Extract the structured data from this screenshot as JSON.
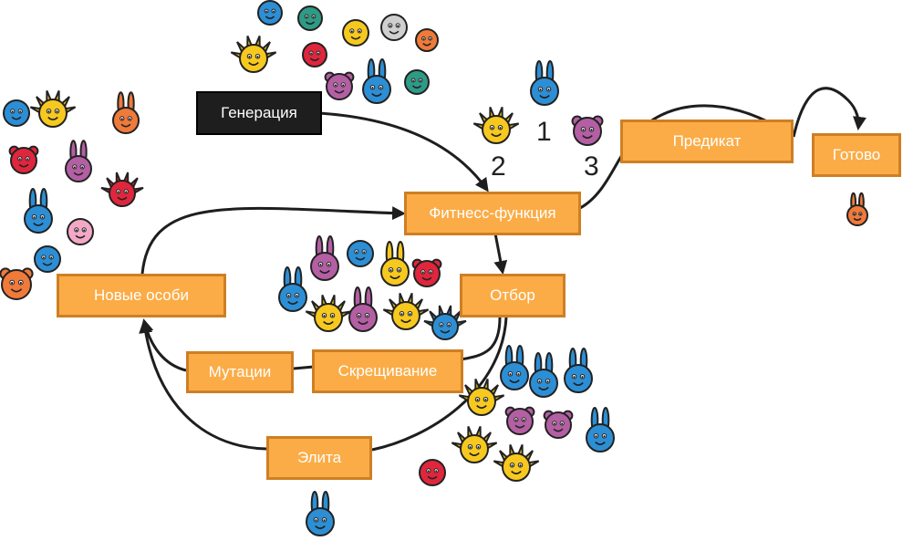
{
  "nodes": {
    "generation": "Генерация",
    "fitness": "Фитнесс-функция",
    "selection": "Отбор",
    "new_individuals": "Новые особи",
    "mutations": "Мутации",
    "crossover": "Скрещивание",
    "elite": "Элита",
    "predicate": "Предикат",
    "done": "Готово"
  },
  "rank_labels": [
    "1",
    "2",
    "3"
  ],
  "colors": {
    "box_fill": "#fbac46",
    "box_border": "#ce7f24",
    "box_text": "#ffffff",
    "start_box_fill": "#1e1e1e",
    "arrow": "#1e1e1e",
    "creature_blue": "#2c8fd6",
    "creature_yellow": "#f7c91f",
    "creature_red": "#e0263d",
    "creature_purple": "#b45fa4",
    "creature_orange": "#f07a3a",
    "creature_pink": "#f4a8c8",
    "creature_teal": "#2e9b86"
  }
}
